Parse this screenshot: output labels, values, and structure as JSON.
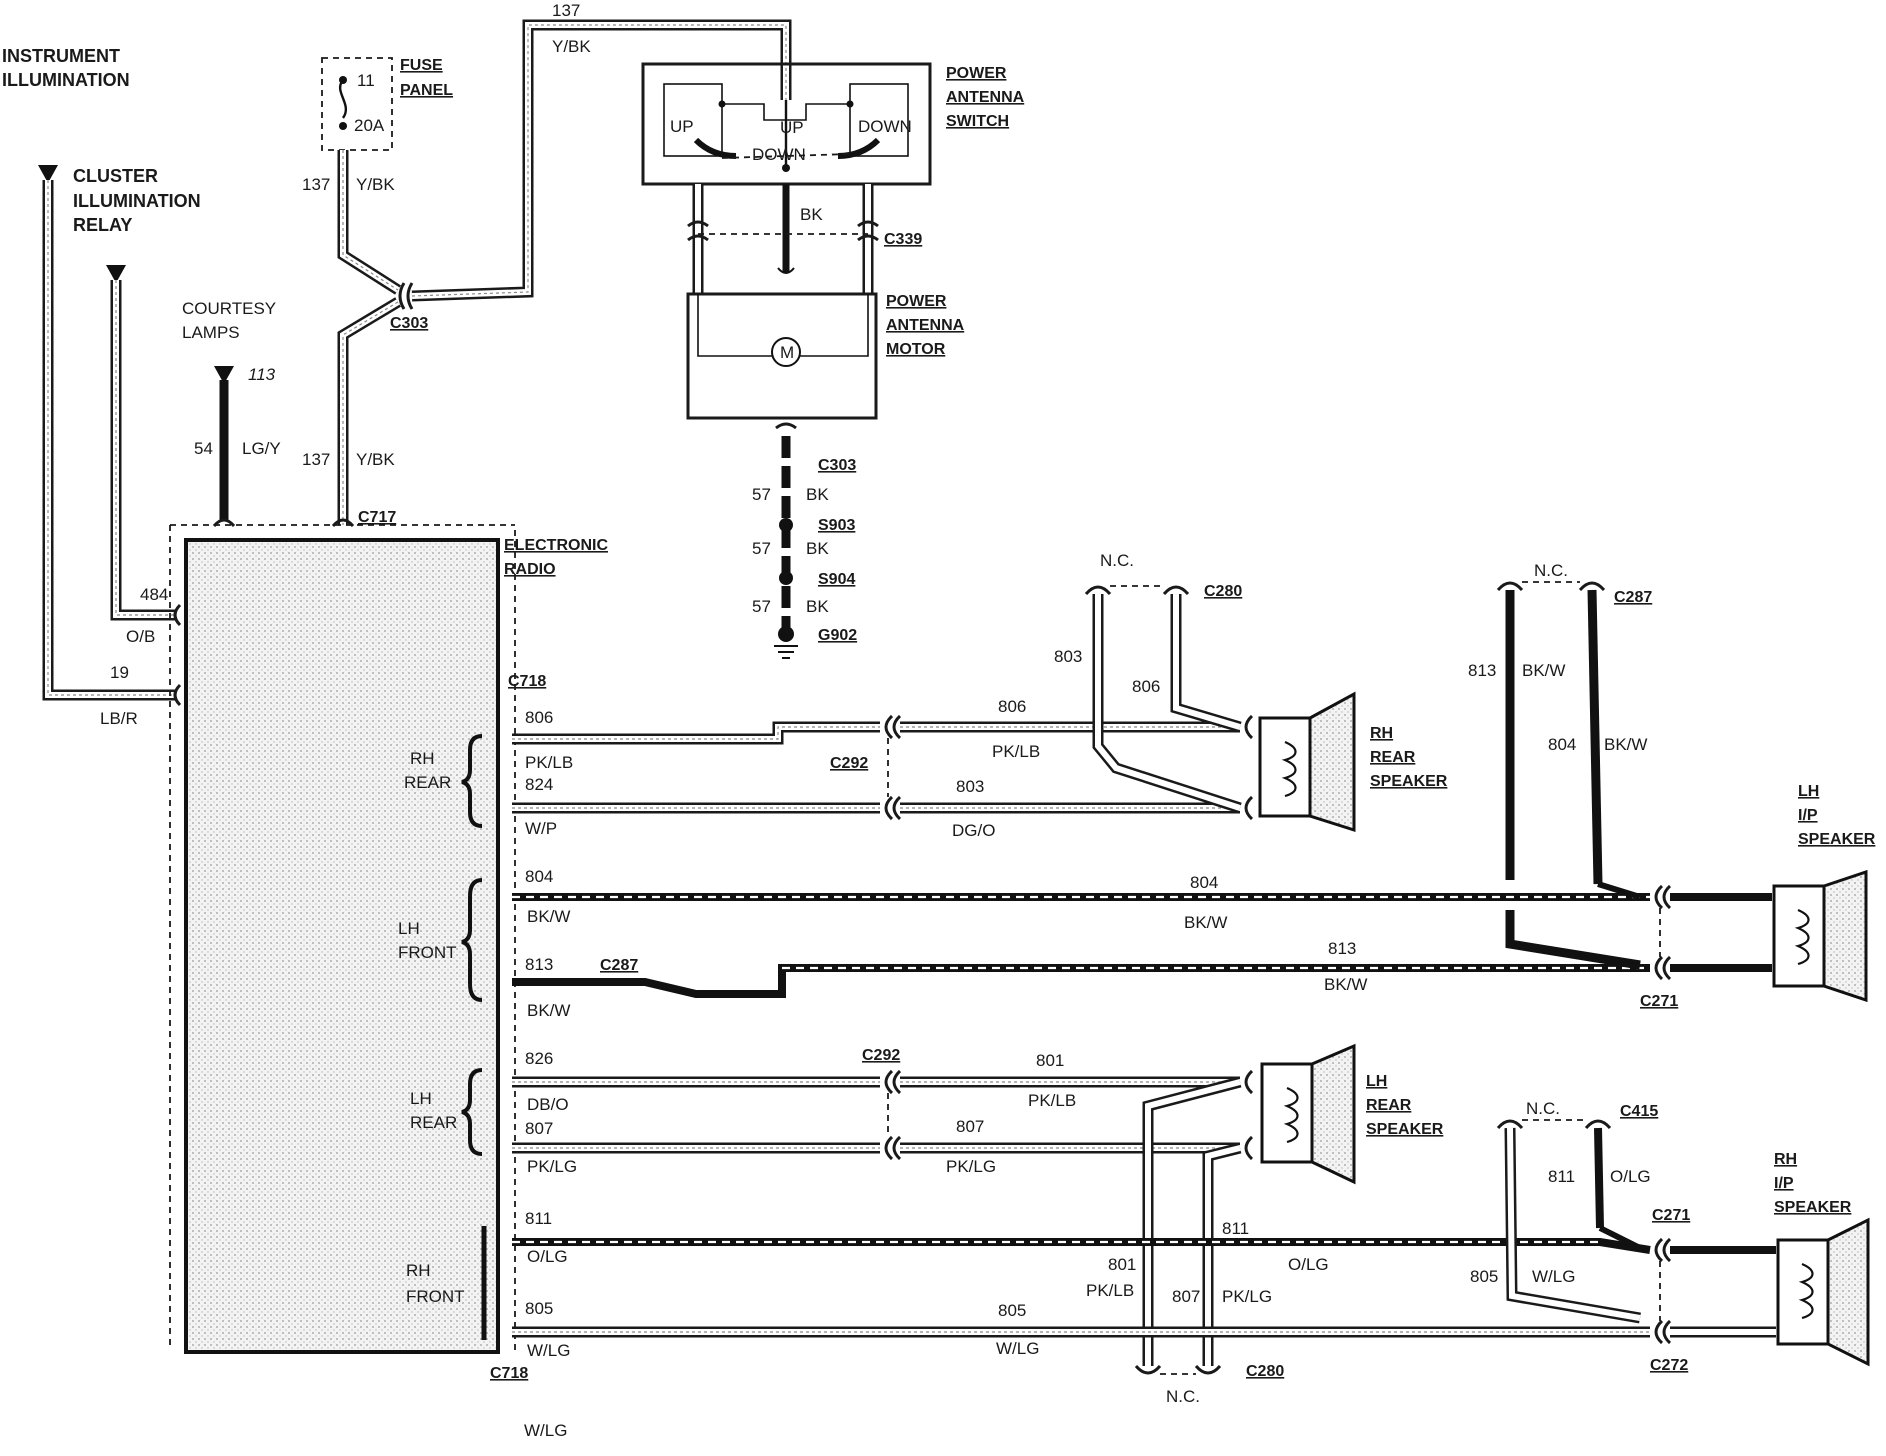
{
  "components": {
    "instrument_illumination": [
      "INSTRUMENT",
      "ILLUMINATION"
    ],
    "cluster_relay": [
      "CLUSTER",
      "ILLUMINATION",
      "RELAY"
    ],
    "courtesy_lamps": [
      "COURTESY",
      "LAMPS"
    ],
    "fuse_panel": [
      "FUSE",
      "PANEL"
    ],
    "fuse_values": [
      "11",
      "20A"
    ],
    "power_antenna_switch": [
      "POWER",
      "ANTENNA",
      "SWITCH"
    ],
    "switch_positions": [
      "UP",
      "UP",
      "DOWN",
      "DOWN"
    ],
    "power_antenna_motor": [
      "POWER",
      "ANTENNA",
      "MOTOR"
    ],
    "motor_symbol": "M",
    "electronic_radio": [
      "ELECTRONIC",
      "RADIO"
    ],
    "rh_rear_speaker": [
      "RH",
      "REAR",
      "SPEAKER"
    ],
    "lh_ip_speaker": [
      "LH",
      "I/P",
      "SPEAKER"
    ],
    "lh_rear_speaker": [
      "LH",
      "REAR",
      "SPEAKER"
    ],
    "rh_ip_speaker": [
      "RH",
      "I/P",
      "SPEAKER"
    ]
  },
  "radio_groups": {
    "rh_rear": [
      "RH",
      "REAR"
    ],
    "lh_front": [
      "LH",
      "FRONT"
    ],
    "lh_rear": [
      "LH",
      "REAR"
    ],
    "rh_front": [
      "RH",
      "FRONT"
    ]
  },
  "connectors": {
    "c303": "C303",
    "c339": "C339",
    "c717": "C717",
    "c718": "C718",
    "c292": "C292",
    "c280": "C280",
    "c287": "C287",
    "c271": "C271",
    "c415": "C415",
    "c272": "C272",
    "s903": "S903",
    "s904": "S904",
    "g902": "G902",
    "nc": "N.C."
  },
  "circuits": {
    "c137": "137",
    "y_bk": "Y/BK",
    "c54": "54",
    "lg_y": "LG/Y",
    "c113": "113",
    "c484": "484",
    "o_b": "O/B",
    "c19": "19",
    "lb_r": "LB/R",
    "bk": "BK",
    "c57": "57",
    "c806": "806",
    "pk_lb": "PK/LB",
    "c824": "824",
    "w_p": "W/P",
    "c803": "803",
    "dg_o": "DG/O",
    "c804": "804",
    "bk_w": "BK/W",
    "c813": "813",
    "c826": "826",
    "db_o": "DB/O",
    "c801": "801",
    "c807": "807",
    "pk_lg": "PK/LG",
    "c811": "811",
    "o_lg": "O/LG",
    "c805": "805",
    "w_lg": "W/LG"
  },
  "footer": "W/LG"
}
